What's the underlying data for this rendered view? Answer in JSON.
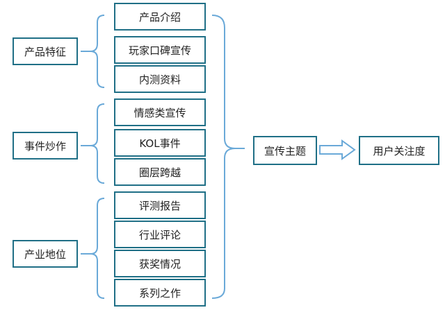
{
  "categories": [
    {
      "label": "产品特征",
      "items": [
        "产品介绍",
        "玩家口碑宣传",
        "内测资料"
      ]
    },
    {
      "label": "事件炒作",
      "items": [
        "情感类宣传",
        "KOL事件",
        "圈层跨越"
      ]
    },
    {
      "label": "产业地位",
      "items": [
        "评测报告",
        "行业评论",
        "获奖情况",
        "系列之作"
      ]
    }
  ],
  "theme": "宣传主题",
  "result": "用户关注度",
  "colors": {
    "line": "#6aa9d8",
    "border": "#1f6f86"
  }
}
